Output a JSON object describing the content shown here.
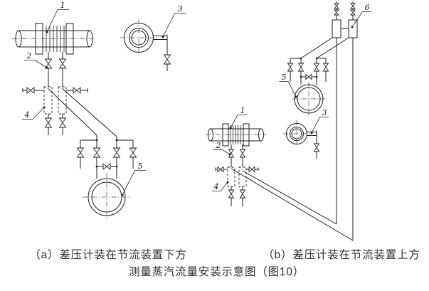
{
  "main_caption": "测量蒸汽流量安装示意图（图10）",
  "figure_a": {
    "caption": "（a）差压计装在节流装置下方",
    "labels": {
      "n1": "1",
      "n2": "2",
      "n3": "3",
      "n4": "4",
      "n5": "5"
    }
  },
  "figure_b": {
    "caption": "（b）差压计装在节流装置上方",
    "labels": {
      "n1": "1",
      "n2": "2",
      "n3": "3",
      "n4": "4",
      "n5": "5",
      "n6": "6"
    }
  },
  "colors": {
    "line": "#1c1c1c",
    "background": "#ffffff"
  }
}
